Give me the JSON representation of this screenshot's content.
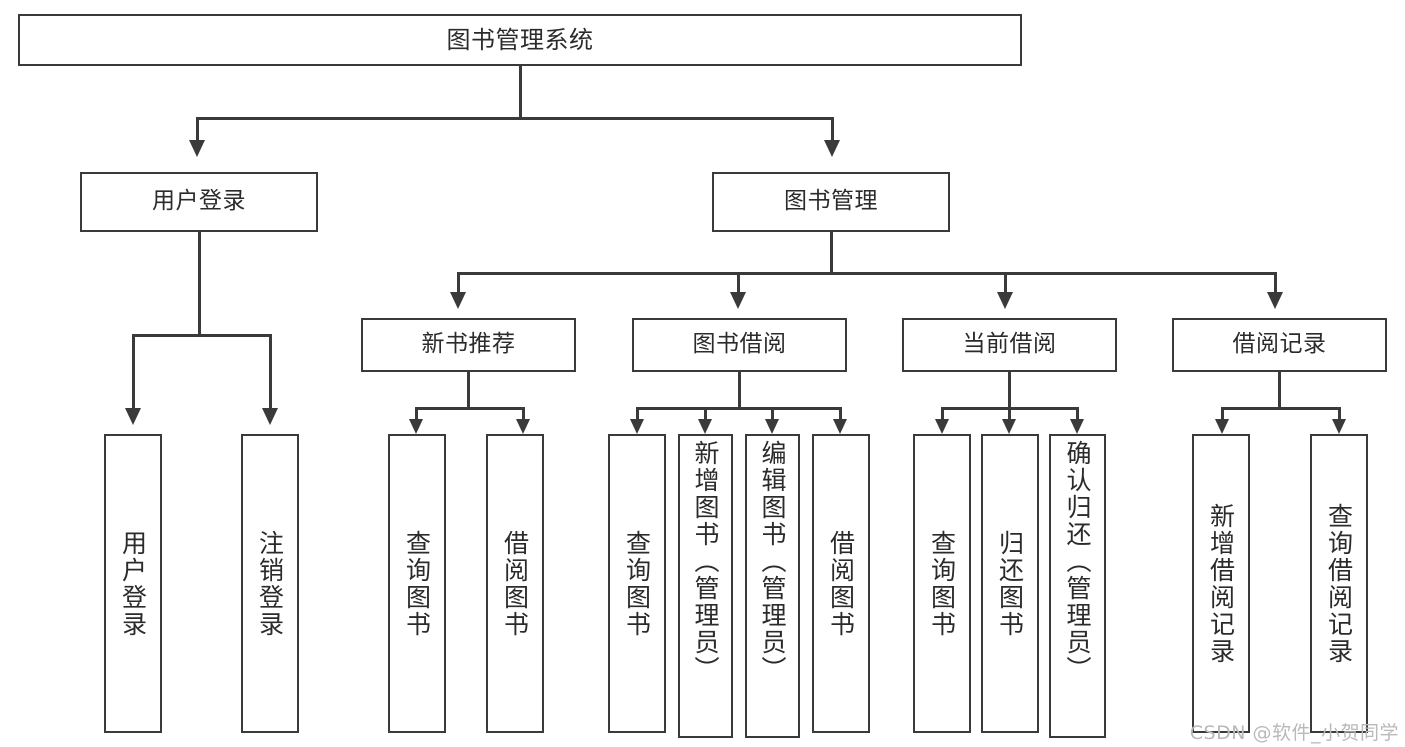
{
  "diagram": {
    "title": "图书管理系统",
    "watermark": "CSDN @软件_小贺同学",
    "colors": {
      "stroke": "#3a3a3a",
      "text": "#2b2b2b",
      "background": "#ffffff",
      "watermark": "#b9b9b9"
    },
    "levels": {
      "root": {
        "label": "图书管理系统"
      },
      "level2": [
        {
          "id": "user-login",
          "label": "用户登录"
        },
        {
          "id": "book-management",
          "label": "图书管理"
        }
      ],
      "level3": [
        {
          "id": "new-book-recommend",
          "label": "新书推荐"
        },
        {
          "id": "book-borrow",
          "label": "图书借阅"
        },
        {
          "id": "current-borrow",
          "label": "当前借阅"
        },
        {
          "id": "borrow-record",
          "label": "借阅记录"
        }
      ],
      "leaves": {
        "user_login": [
          {
            "id": "leaf-user-login",
            "label": "用户登录"
          },
          {
            "id": "leaf-logout-login",
            "label": "注销登录"
          }
        ],
        "new_book_recommend": [
          {
            "id": "leaf-query-book-1",
            "label": "查询图书"
          },
          {
            "id": "leaf-borrow-book-1",
            "label": "借阅图书"
          }
        ],
        "book_borrow": [
          {
            "id": "leaf-query-book-2",
            "label": "查询图书"
          },
          {
            "id": "leaf-add-book-admin",
            "label": "新增图书（管理员）"
          },
          {
            "id": "leaf-edit-book-admin",
            "label": "编辑图书（管理员）"
          },
          {
            "id": "leaf-borrow-book-2",
            "label": "借阅图书"
          }
        ],
        "current_borrow": [
          {
            "id": "leaf-query-book-3",
            "label": "查询图书"
          },
          {
            "id": "leaf-return-book",
            "label": "归还图书"
          },
          {
            "id": "leaf-confirm-return-admin",
            "label": "确认归还（管理员）"
          }
        ],
        "borrow_record": [
          {
            "id": "leaf-add-borrow-record",
            "label": "新增借阅记录"
          },
          {
            "id": "leaf-query-borrow-record",
            "label": "查询借阅记录"
          }
        ]
      }
    }
  }
}
